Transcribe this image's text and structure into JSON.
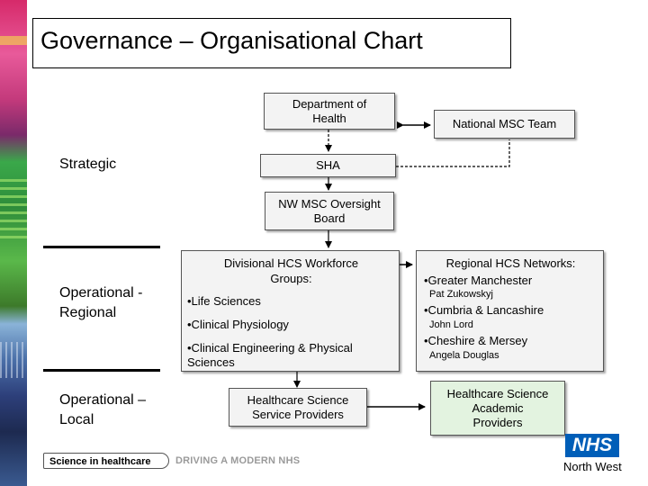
{
  "title": "Governance – Organisational Chart",
  "tiers": {
    "strategic": "Strategic",
    "regional_line1": "Operational -",
    "regional_line2": "Regional",
    "local_line1": "Operational –",
    "local_line2": "Local"
  },
  "nodes": {
    "doh_line1": "Department of",
    "doh_line2": "Health",
    "msc_team": "National MSC Team",
    "sha": "SHA",
    "oversight_line1": "NW MSC Oversight",
    "oversight_line2": "Board",
    "divisional": {
      "heading_line1": "Divisional HCS Workforce",
      "heading_line2": "Groups:",
      "items": [
        "•Life Sciences",
        "•Clinical Physiology",
        "•Clinical Engineering & Physical",
        "Sciences"
      ]
    },
    "regional": {
      "heading_line1": "Regional HCS Networks:",
      "heading_line2": "•Greater Manchester",
      "leads": [
        "Pat Zukowskyj",
        "•Cumbria & Lancashire",
        "John Lord",
        "•Cheshire & Mersey",
        "Angela Douglas"
      ]
    },
    "providers_line1": "Healthcare Science",
    "providers_line2": "Service Providers",
    "academic_line1": "Healthcare Science",
    "academic_line2": "Academic",
    "academic_line3": "Providers"
  },
  "footer": {
    "brand": "Science in healthcare",
    "tagline": "DRIVING A MODERN NHS",
    "logo": "NHS",
    "region": "North West"
  },
  "colors": {
    "box_fill": "#f3f3f3",
    "academic_fill": "#e3f3e0",
    "nhs_blue": "#005eb8"
  }
}
